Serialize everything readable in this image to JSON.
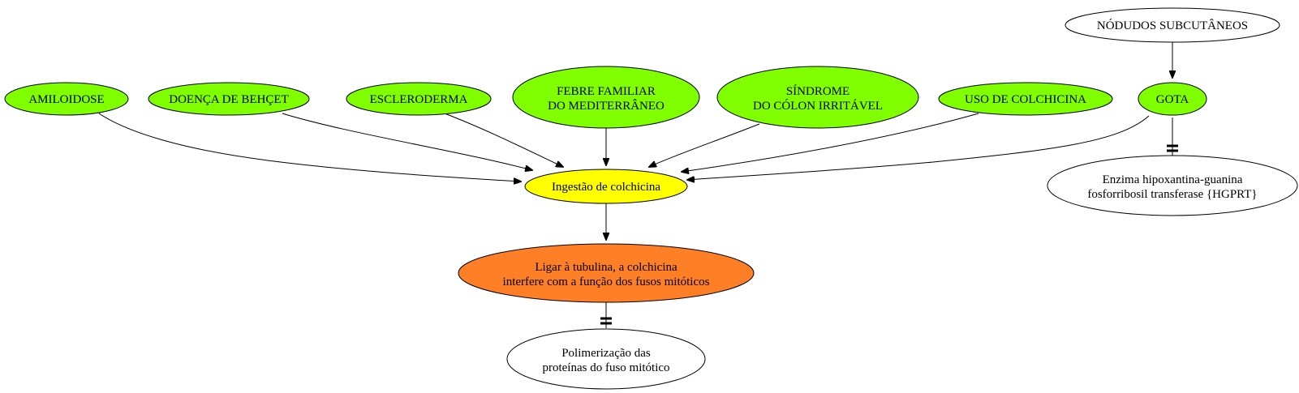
{
  "colors": {
    "green": "#7fff00",
    "yellow": "#ffff00",
    "orange": "#ff7f27",
    "white": "#ffffff"
  },
  "nodes": {
    "amiloidose": {
      "lines": [
        "AMILOIDOSE"
      ]
    },
    "behcet": {
      "lines": [
        "DOENÇA DE BEHÇET"
      ]
    },
    "escleroderma": {
      "lines": [
        "ESCLERODERMA"
      ]
    },
    "febre": {
      "lines": [
        "FEBRE FAMILIAR",
        "DO MEDITERRÂNEO"
      ]
    },
    "sindrome": {
      "lines": [
        "SÍNDROME",
        "DO CÓLON IRRITÁVEL"
      ]
    },
    "uso": {
      "lines": [
        "USO DE COLCHICINA"
      ]
    },
    "gota": {
      "lines": [
        "GOTA"
      ]
    },
    "nodulos": {
      "lines": [
        "NÓDUDOS SUBCUTÂNEOS"
      ]
    },
    "ingestao": {
      "lines": [
        "Ingestão de colchicina"
      ]
    },
    "ligar": {
      "lines": [
        "Ligar à tubulina, a colchicina",
        "interfere com a função dos fusos mitóticos"
      ]
    },
    "polimerizacao": {
      "lines": [
        "Polimerização das",
        "proteínas do fuso mitótico"
      ]
    },
    "enzima": {
      "lines": [
        "Enzima hipoxantina-guanina",
        "fosforribosil transferase {HGPRT}"
      ]
    }
  }
}
